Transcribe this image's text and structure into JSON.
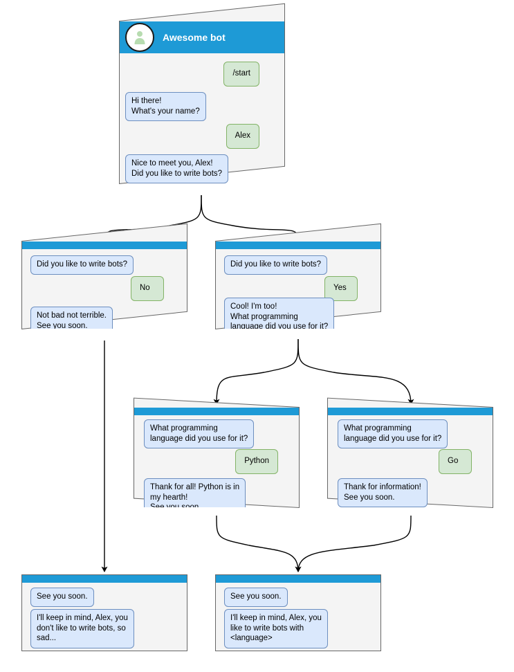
{
  "diagram": {
    "title": "Awesome bot conversation flow",
    "colors": {
      "titlebar": "#1e9ad6",
      "window_bg": "#f4f4f4",
      "window_border": "#666666",
      "bot_bubble_fill": "#dae8fc",
      "bot_bubble_border": "#6c8ebf",
      "user_bubble_fill": "#d5e8d4",
      "user_bubble_border": "#82b366",
      "edge": "#000000",
      "avatar_person": "#b7dcb0"
    }
  },
  "nodes": {
    "root": {
      "header_title": "Awesome bot",
      "avatar_icon": "person-avatar-icon",
      "messages": [
        {
          "side": "user",
          "text": "/start"
        },
        {
          "side": "bot",
          "text": "Hi there!\nWhat's your name?"
        },
        {
          "side": "user",
          "text": "Alex"
        },
        {
          "side": "bot",
          "text": "Nice to meet you, Alex!\nDid you like to write bots?"
        }
      ]
    },
    "no_branch": {
      "messages": [
        {
          "side": "bot",
          "text": "Did you like to write bots?"
        },
        {
          "side": "user",
          "text": "No"
        },
        {
          "side": "bot",
          "text": "Not bad not terrible.\nSee you soon."
        }
      ]
    },
    "yes_branch": {
      "messages": [
        {
          "side": "bot",
          "text": "Did you like to write bots?"
        },
        {
          "side": "user",
          "text": "Yes"
        },
        {
          "side": "bot",
          "text": "Cool! I'm too!\nWhat programming\nlanguage did you use for it?"
        }
      ]
    },
    "python_branch": {
      "messages": [
        {
          "side": "bot",
          "text": "What programming\nlanguage did you use for it?"
        },
        {
          "side": "user",
          "text": "Python"
        },
        {
          "side": "bot",
          "text": "Thank for all! Python is in\nmy hearth!\nSee you soon."
        }
      ]
    },
    "go_branch": {
      "messages": [
        {
          "side": "bot",
          "text": "What programming\nlanguage did you use for it?"
        },
        {
          "side": "user",
          "text": "Go"
        },
        {
          "side": "bot",
          "text": "Thank for information!\nSee you soon."
        }
      ]
    },
    "end_sad": {
      "messages": [
        {
          "side": "bot",
          "text": "See you soon."
        },
        {
          "side": "bot",
          "text": "I'll keep in mind, Alex, you\ndon't like to write bots, so\nsad..."
        }
      ]
    },
    "end_happy": {
      "messages": [
        {
          "side": "bot",
          "text": "See you soon."
        },
        {
          "side": "bot",
          "text": "I'll keep in mind, Alex, you\nlike to write bots with\n<language>"
        }
      ]
    }
  }
}
